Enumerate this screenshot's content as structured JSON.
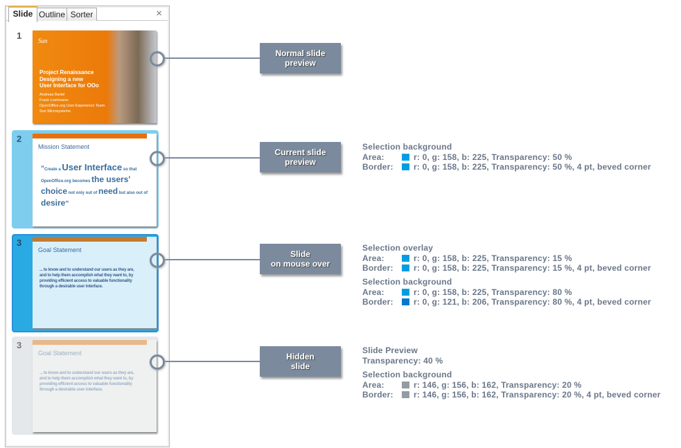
{
  "tabs": [
    {
      "label": "Slide",
      "active": true
    },
    {
      "label": "Outline"
    },
    {
      "label": "Sorter"
    }
  ],
  "close_icon": "×",
  "slides": [
    {
      "number": "1",
      "state": "normal",
      "logo": "Sun",
      "title": [
        "Project Renaissance",
        "Designing a new",
        "User Interface for OOo"
      ],
      "authors": [
        "Andreas Bartel",
        "Frank Loehmann",
        "OpenOffice.org User Experience Team",
        "Sun Microsystems"
      ]
    },
    {
      "number": "2",
      "state": "current",
      "title": "Mission Statement",
      "quote": {
        "open": "“",
        "p1": "Create a ",
        "b1": "User Interface",
        "p2": " so that OpenOffice.org becomes ",
        "b2": "the users'",
        "b3": "choice",
        "p3": " not only out of ",
        "b4": "need",
        "p4": " but also out of ",
        "b5": "desire",
        "close": "”"
      }
    },
    {
      "number": "3",
      "state": "mouse-over",
      "title": "Goal Statement",
      "body": "... to know and to understand our users as they are, and to help them accomplish what they want to, by providing efficient access to valuable functionality through a desirable user interface."
    },
    {
      "number": "3",
      "state": "hidden",
      "title": "Goal Statement",
      "body": "... to know and to understand our users as they are, and to help them accomplish what they want to, by providing efficient access to valuable functionality through a desirable user interface."
    }
  ],
  "callouts": [
    "Normal slide\npreview",
    "Current slide\npreview",
    "Slide\non mouse over",
    "Hidden\nslide"
  ],
  "colors": {
    "blue": "#009ee1",
    "dark_blue": "#0079ce",
    "gray": "#929ca2",
    "callout": "#7b8a9d",
    "orange": "#e8700a"
  },
  "info": {
    "current": {
      "heading": "Selection background",
      "area_label": "Area:",
      "area": "r: 0, g: 158, b: 225,  Transparency: 50 %",
      "border_label": "Border:",
      "border": "r: 0, g: 158, b: 225,  Transparency: 50 %, 4 pt, beved corner"
    },
    "over_overlay": {
      "heading": "Selection overlay",
      "area_label": "Area:",
      "area": "r: 0, g: 158, b: 225,  Transparency: 15 %",
      "border_label": "Border:",
      "border": "r: 0, g: 158, b: 225,  Transparency: 15 %, 4 pt, beved corner"
    },
    "over_bg": {
      "heading": "Selection background",
      "area_label": "Area:",
      "area": "r: 0, g: 158, b: 225,  Transparency: 80 %",
      "border_label": "Border:",
      "border": "r: 0, g: 121, b: 206,  Transparency: 80 %, 4 pt, beved corner"
    },
    "hidden_preview": {
      "heading": "Slide Preview",
      "line": "Transparency: 40 %"
    },
    "hidden_bg": {
      "heading": "Selection background",
      "area_label": "Area:",
      "area": "r: 146, g: 156, b: 162,  Transparency: 20 %",
      "border_label": "Border:",
      "border": "r: 146, g: 156, b: 162,  Transparency: 20 %, 4 pt, beved corner"
    }
  }
}
